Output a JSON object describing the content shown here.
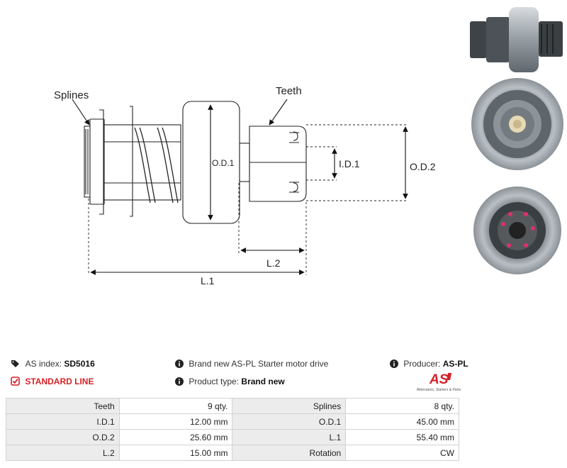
{
  "diagram": {
    "labels": {
      "splines": "Splines",
      "teeth": "Teeth",
      "od1": "O.D.1",
      "id1": "I.D.1",
      "od2": "O.D.2",
      "l2": "L.2",
      "l1": "L.1"
    }
  },
  "info": {
    "as_index_label": "AS index:",
    "as_index_value": "SD5016",
    "line": "STANDARD LINE",
    "description": "Brand new AS-PL Starter motor drive",
    "product_type_label": "Product type:",
    "product_type_value": "Brand new",
    "producer_label": "Producer:",
    "producer_value": "AS-PL"
  },
  "logo": {
    "text": "AS",
    "tagline": "Alternators, Starters & Parts",
    "color": "#d42027"
  },
  "specs": [
    {
      "l1": "Teeth",
      "v1": "9 qty.",
      "l2": "Splines",
      "v2": "8 qty."
    },
    {
      "l1": "I.D.1",
      "v1": "12.00 mm",
      "l2": "O.D.1",
      "v2": "45.00 mm"
    },
    {
      "l1": "O.D.2",
      "v1": "25.60 mm",
      "l2": "L.1",
      "v2": "55.40 mm"
    },
    {
      "l1": "L.2",
      "v1": "15.00 mm",
      "l2": "Rotation",
      "v2": "CW"
    }
  ]
}
